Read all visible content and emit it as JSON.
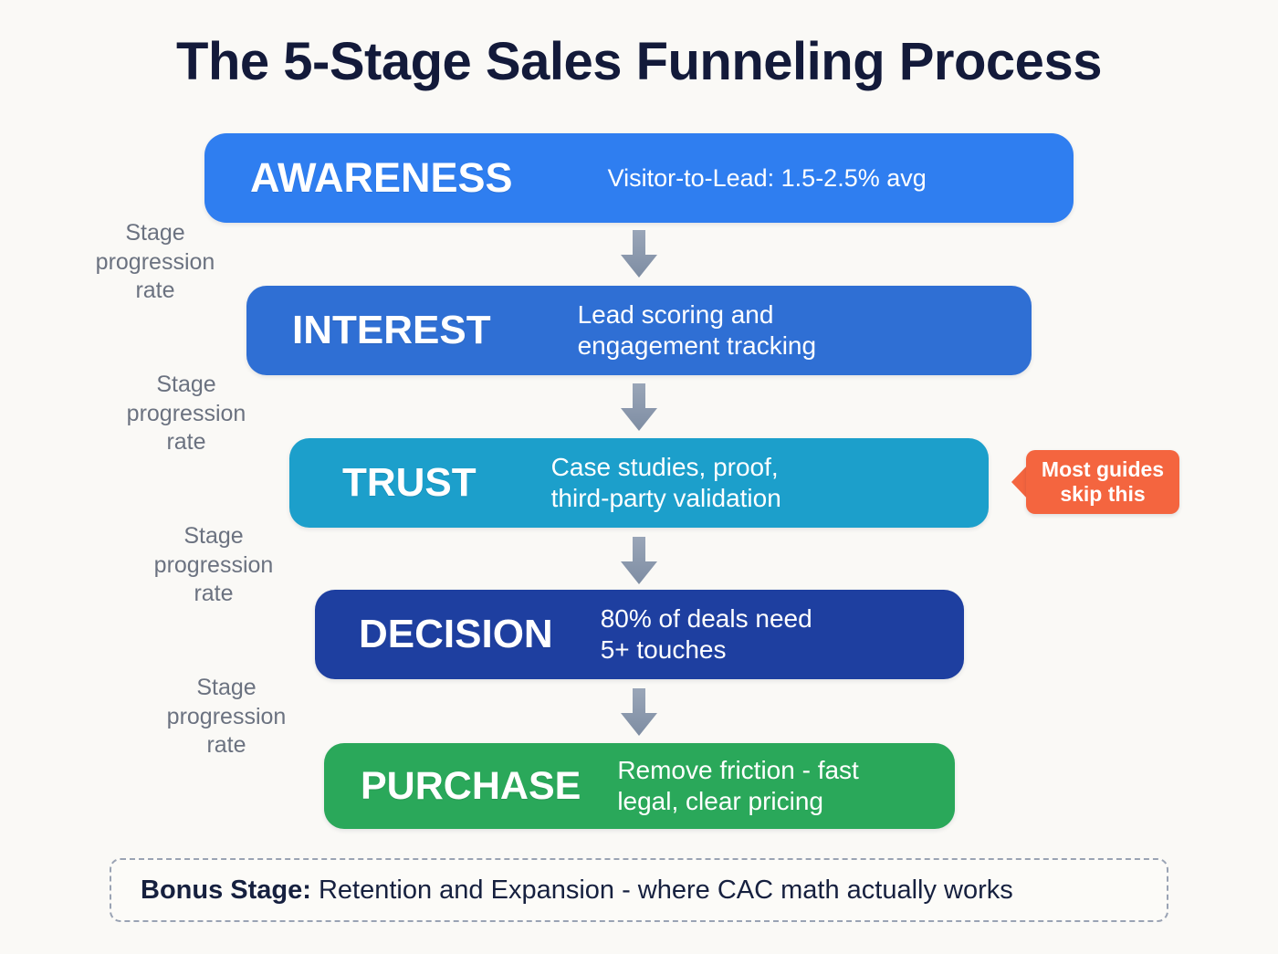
{
  "page": {
    "title": "The 5-Stage Sales Funneling Process",
    "background_color": "#faf9f6",
    "title_color": "#131a3a"
  },
  "stages": [
    {
      "label": "AWARENESS",
      "detail": "Visitor-to-Lead: 1.5-2.5% avg",
      "color": "#2f7ef0"
    },
    {
      "label": "INTEREST",
      "detail": "Lead scoring and\nengagement tracking",
      "color": "#2f6fd4"
    },
    {
      "label": "TRUST",
      "detail": "Case studies, proof,\nthird-party validation",
      "color": "#1c9fcb"
    },
    {
      "label": "DECISION",
      "detail": "80% of deals need\n5+ touches",
      "color": "#1e3fa0"
    },
    {
      "label": "PURCHASE",
      "detail": "Remove friction - fast\nlegal, clear pricing",
      "color": "#2aa85a"
    }
  ],
  "connectors": [
    {
      "icon": "arrow-down-icon",
      "label": "Stage\nprogression\nrate"
    },
    {
      "icon": "arrow-down-icon",
      "label": "Stage\nprogression\nrate"
    },
    {
      "icon": "arrow-down-icon",
      "label": "Stage\nprogression\nrate"
    },
    {
      "icon": "arrow-down-icon",
      "label": "Stage\nprogression\nrate"
    }
  ],
  "callout": {
    "text": "Most guides\nskip this",
    "color": "#f4653f",
    "points_to": "TRUST"
  },
  "bonus": {
    "prefix": "Bonus Stage:",
    "text": " Retention and Expansion - where CAC math actually works",
    "border_color": "#9aa3b4"
  },
  "colors": {
    "arrow": "#8b98ab",
    "progress_label": "#6b7280"
  }
}
